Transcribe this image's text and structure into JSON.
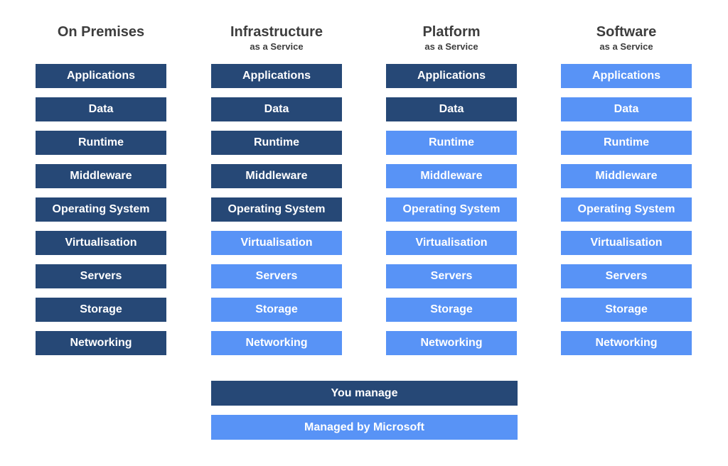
{
  "colors": {
    "you_manage": "#264876",
    "managed_by_microsoft": "#5893F6",
    "box_text": "#ffffff",
    "header_text": "#3d3d3d",
    "background": "#ffffff"
  },
  "columns": [
    {
      "title": "On Premises",
      "subtitle": "",
      "rows": [
        {
          "label": "Applications",
          "managed": "you"
        },
        {
          "label": "Data",
          "managed": "you"
        },
        {
          "label": "Runtime",
          "managed": "you"
        },
        {
          "label": "Middleware",
          "managed": "you"
        },
        {
          "label": "Operating System",
          "managed": "you"
        },
        {
          "label": "Virtualisation",
          "managed": "you"
        },
        {
          "label": "Servers",
          "managed": "you"
        },
        {
          "label": "Storage",
          "managed": "you"
        },
        {
          "label": "Networking",
          "managed": "you"
        }
      ]
    },
    {
      "title": "Infrastructure",
      "subtitle": "as a Service",
      "rows": [
        {
          "label": "Applications",
          "managed": "you"
        },
        {
          "label": "Data",
          "managed": "you"
        },
        {
          "label": "Runtime",
          "managed": "you"
        },
        {
          "label": "Middleware",
          "managed": "you"
        },
        {
          "label": "Operating System",
          "managed": "you"
        },
        {
          "label": "Virtualisation",
          "managed": "microsoft"
        },
        {
          "label": "Servers",
          "managed": "microsoft"
        },
        {
          "label": "Storage",
          "managed": "microsoft"
        },
        {
          "label": "Networking",
          "managed": "microsoft"
        }
      ]
    },
    {
      "title": "Platform",
      "subtitle": "as a Service",
      "rows": [
        {
          "label": "Applications",
          "managed": "you"
        },
        {
          "label": "Data",
          "managed": "you"
        },
        {
          "label": "Runtime",
          "managed": "microsoft"
        },
        {
          "label": "Middleware",
          "managed": "microsoft"
        },
        {
          "label": "Operating System",
          "managed": "microsoft"
        },
        {
          "label": "Virtualisation",
          "managed": "microsoft"
        },
        {
          "label": "Servers",
          "managed": "microsoft"
        },
        {
          "label": "Storage",
          "managed": "microsoft"
        },
        {
          "label": "Networking",
          "managed": "microsoft"
        }
      ]
    },
    {
      "title": "Software",
      "subtitle": "as a Service",
      "rows": [
        {
          "label": "Applications",
          "managed": "microsoft"
        },
        {
          "label": "Data",
          "managed": "microsoft"
        },
        {
          "label": "Runtime",
          "managed": "microsoft"
        },
        {
          "label": "Middleware",
          "managed": "microsoft"
        },
        {
          "label": "Operating System",
          "managed": "microsoft"
        },
        {
          "label": "Virtualisation",
          "managed": "microsoft"
        },
        {
          "label": "Servers",
          "managed": "microsoft"
        },
        {
          "label": "Storage",
          "managed": "microsoft"
        },
        {
          "label": "Networking",
          "managed": "microsoft"
        }
      ]
    }
  ],
  "legend": {
    "items": [
      {
        "label": "You manage",
        "managed": "you"
      },
      {
        "label": "Managed by Microsoft",
        "managed": "microsoft"
      }
    ]
  }
}
